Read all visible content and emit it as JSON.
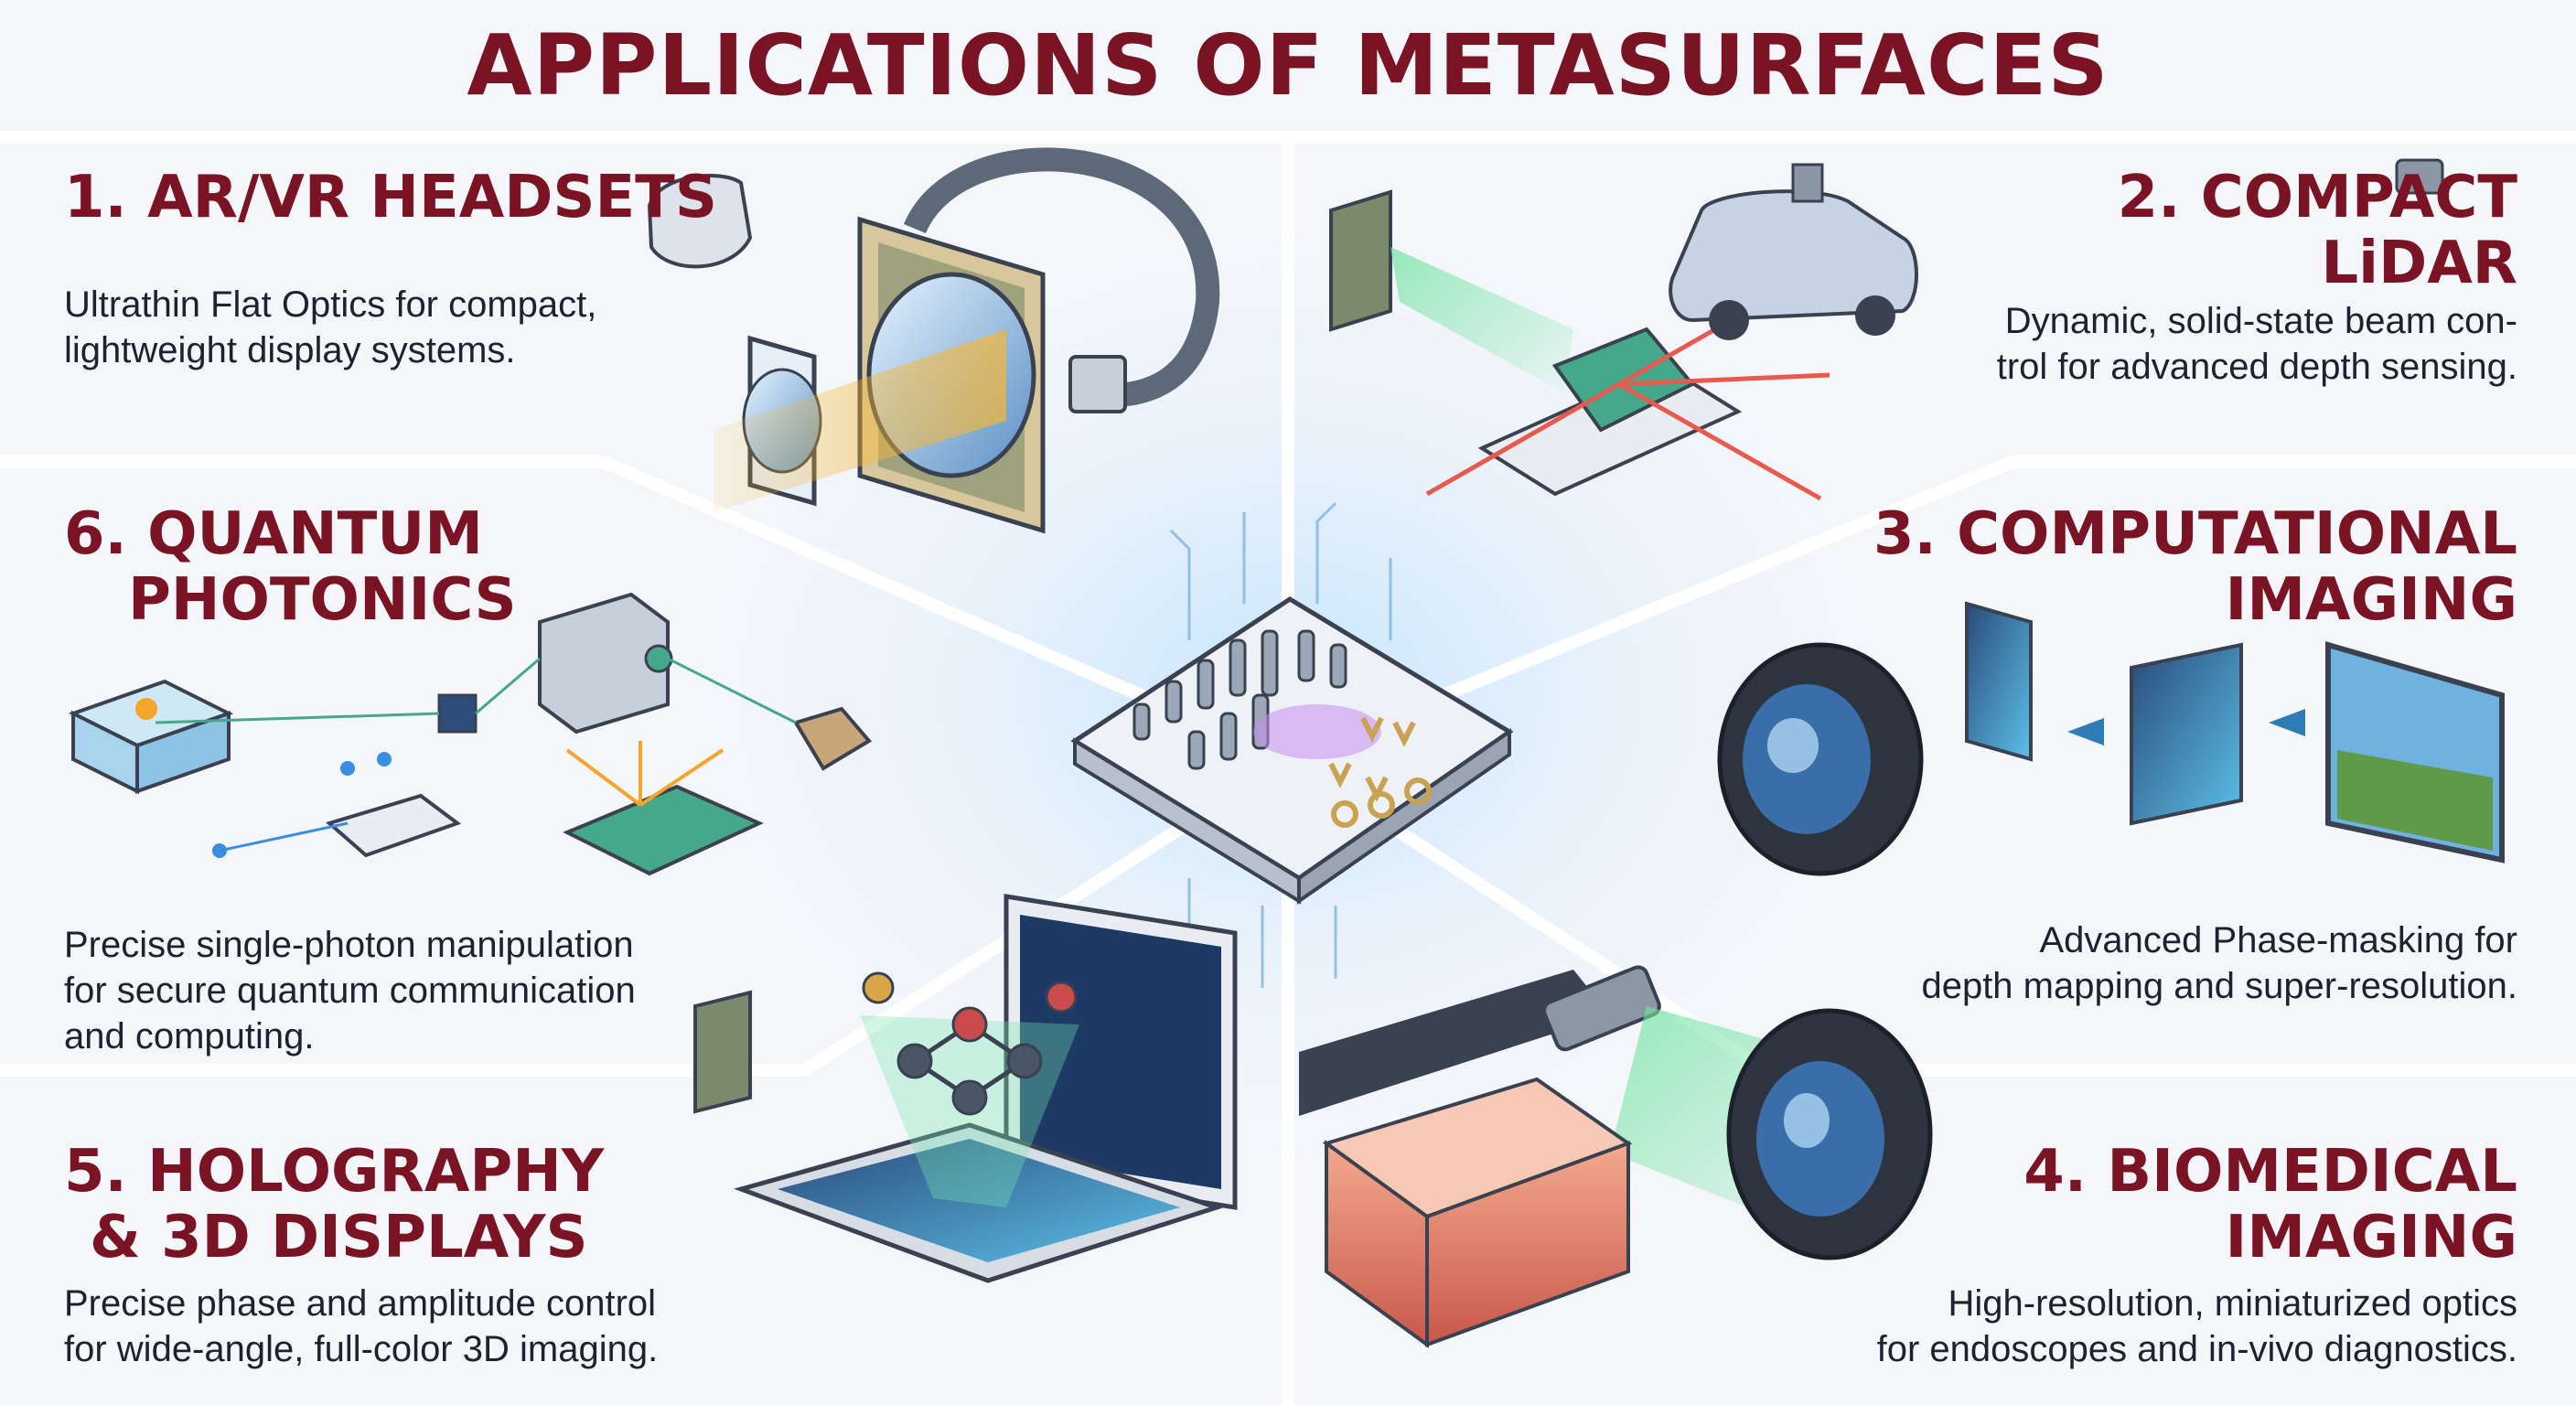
{
  "title": "APPLICATIONS OF METASURFACES",
  "sections": [
    {
      "heading": "1. AR/VR HEADSETS",
      "desc_lines": [
        "Ultrathin Flat Optics for compact,",
        "lightweight display systems."
      ]
    },
    {
      "heading_lines": [
        "2. COMPACT",
        "LiDAR"
      ],
      "desc_lines": [
        "Dynamic, solid-state beam con-",
        "trol for advanced depth sensing."
      ]
    },
    {
      "heading_lines": [
        "3. COMPUTATIONAL",
        "IMAGING"
      ],
      "desc_lines": [
        "Advanced Phase-masking for",
        "depth mapping and super-resolution."
      ]
    },
    {
      "heading_lines": [
        "4. BIOMEDICAL",
        "IMAGING"
      ],
      "desc_lines": [
        "High-resolution, miniaturized optics",
        "for endoscopes and in-vivo diagnostics."
      ]
    },
    {
      "heading_lines": [
        "5. HOLOGRAPHY",
        "& 3D DISPLAYS"
      ],
      "desc_lines": [
        "Precise phase and amplitude control",
        "for wide-angle, full-color 3D imaging."
      ]
    },
    {
      "heading_lines": [
        "6. QUANTUM",
        "PHOTONICS"
      ],
      "desc_lines": [
        "Precise single-photon manipulation",
        "for secure quantum communication",
        "and computing."
      ]
    }
  ],
  "colors": {
    "heading": "#7a1424",
    "text": "#1e2230",
    "background": "#f4f6fa",
    "divider": "#ffffff"
  }
}
